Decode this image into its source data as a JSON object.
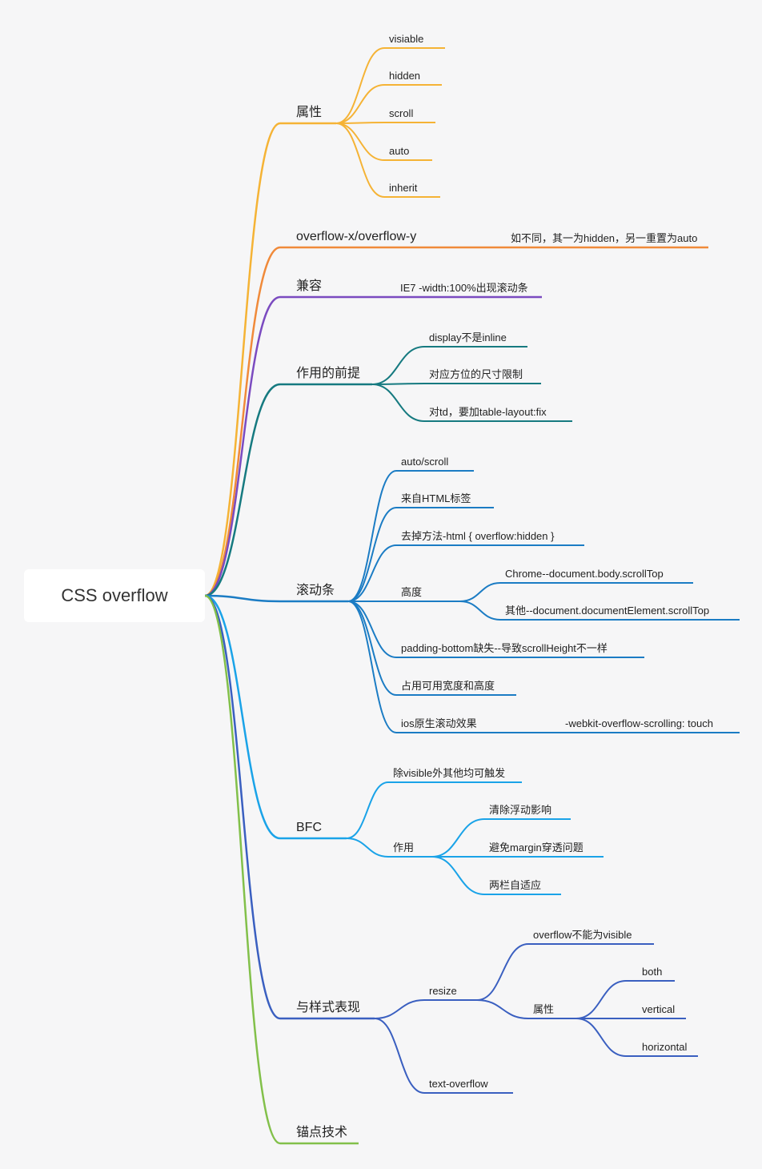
{
  "root": {
    "label": "CSS overflow"
  },
  "branches": [
    {
      "id": "b1",
      "label": "属性",
      "color": "#f5b335"
    },
    {
      "id": "b2",
      "label": "overflow-x/overflow-y",
      "color": "#f08a3a"
    },
    {
      "id": "b3",
      "label": "兼容",
      "color": "#7b4bc0"
    },
    {
      "id": "b4",
      "label": "作用的前提",
      "color": "#167a80"
    },
    {
      "id": "b5",
      "label": "滚动条",
      "color": "#1b7cc4"
    },
    {
      "id": "b6",
      "label": "BFC",
      "color": "#1aa3e8"
    },
    {
      "id": "b7",
      "label": "与样式表现",
      "color": "#3a5fc0"
    },
    {
      "id": "b8",
      "label": "锚点技术",
      "color": "#82c04a"
    }
  ],
  "labels": {
    "b1": [
      "visiable",
      "hidden",
      "scroll",
      "auto",
      "inherit"
    ],
    "b2": [
      "如不同，其一为hidden，另一重置为auto"
    ],
    "b3": [
      "IE7 -width:100%出现滚动条"
    ],
    "b4": [
      "display不是inline",
      "对应方位的尺寸限制",
      "对td，要加table-layout:fix"
    ],
    "b5": [
      "auto/scroll",
      "来自HTML标签",
      "去掉方法-html { overflow:hidden }",
      "高度",
      "Chrome--document.body.scrollTop",
      "其他--document.documentElement.scrollTop",
      "padding-bottom缺失--导致scrollHeight不一样",
      "占用可用宽度和高度",
      "ios原生滚动效果",
      "-webkit-overflow-scrolling: touch"
    ],
    "b6": [
      "除visible外其他均可触发",
      "作用",
      "清除浮动影响",
      "避免margin穿透问题",
      "两栏自适应"
    ],
    "b7": [
      "resize",
      "overflow不能为visible",
      "属性",
      "both",
      "vertical",
      "horizontal",
      "text-overflow"
    ]
  }
}
